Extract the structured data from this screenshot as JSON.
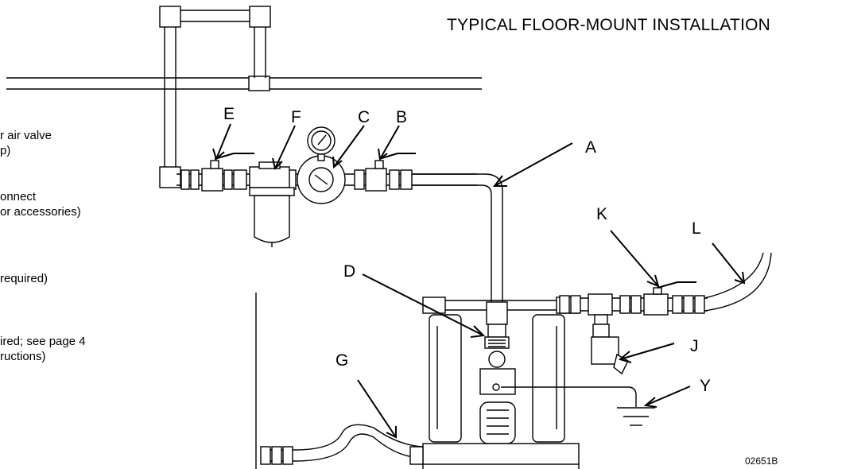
{
  "title": "TYPICAL FLOOR-MOUNT INSTALLATION",
  "legend_fragments": [
    "r air valve",
    "p)",
    "onnect",
    "or accessories)",
    "required)",
    "ired; see page 4",
    "ructions)"
  ],
  "callouts": {
    "A": "A",
    "B": "B",
    "C": "C",
    "D": "D",
    "E": "E",
    "F": "F",
    "G": "G",
    "J": "J",
    "K": "K",
    "L": "L",
    "Y": "Y"
  },
  "drawing_code": "02651B"
}
